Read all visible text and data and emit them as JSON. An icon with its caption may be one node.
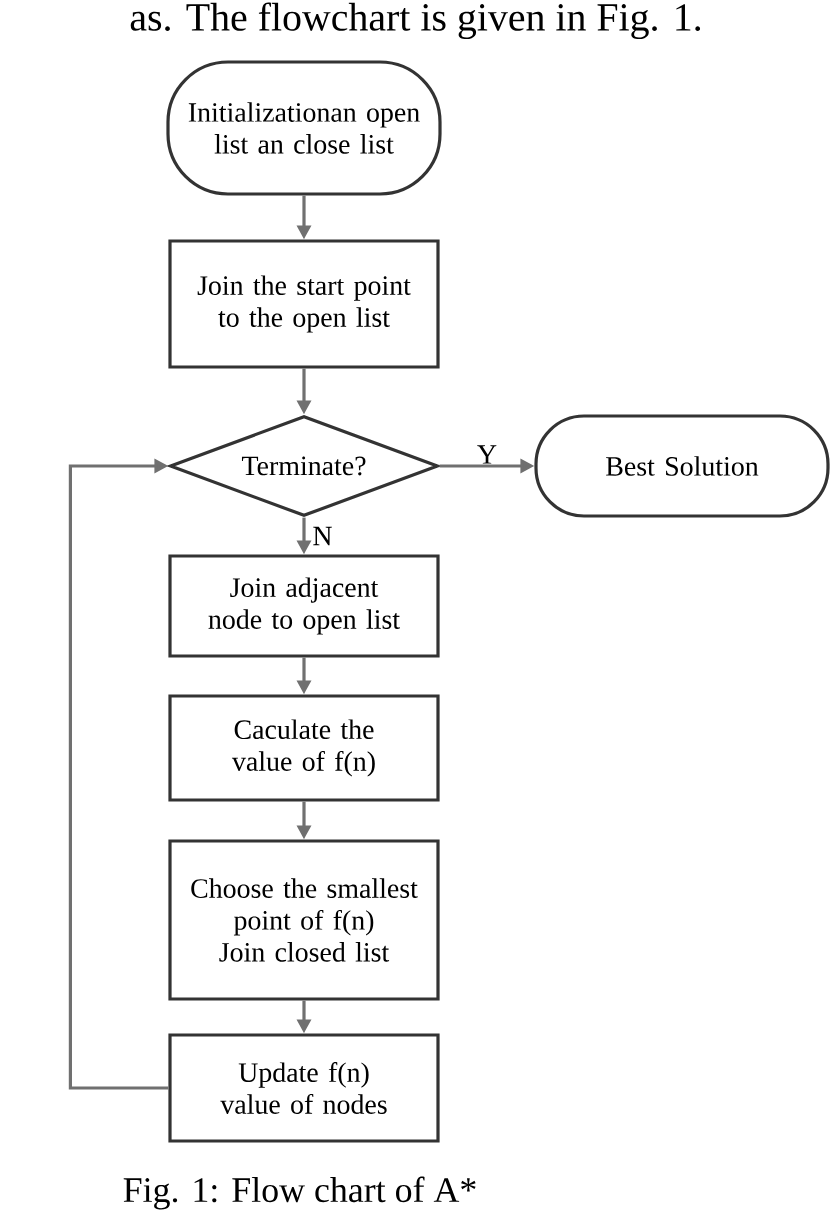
{
  "diagram": {
    "caption": "Fig. 1: Flow chart of A*",
    "nodes": [
      {
        "text": [
          "Initializationan open list an close list"
        ]
      },
      {
        "text": [
          "Join the start point to the open list"
        ]
      },
      {
        "text": [
          "Terminate?"
        ]
      },
      {
        "text": [
          "Best Solution"
        ]
      },
      {
        "text": [
          "Join adjacent node to open list"
        ]
      },
      {
        "text": [
          "Caculate the value of f(n)"
        ]
      },
      {
        "text": [
          "Choose the smallest point of f(n) Join closed list"
        ]
      },
      {
        "text": [
          "Update f(n) value of nodes"
        ]
      }
    ],
    "edges": [
      {
        "from": 0,
        "to": 1,
        "arrow": "to"
      },
      {
        "from": 1,
        "to": 2,
        "arrow": "to"
      },
      {
        "from": 2,
        "to": 3,
        "arrow": "to",
        "label": "Y"
      },
      {
        "from": 2,
        "to": 4,
        "arrow": "to",
        "label": "N"
      },
      {
        "from": 4,
        "to": 5,
        "arrow": "to"
      },
      {
        "from": 5,
        "to": 6,
        "arrow": "to"
      },
      {
        "from": 6,
        "to": 7,
        "arrow": "to"
      },
      {
        "from": 7,
        "to": 2,
        "arrow": "to"
      }
    ],
    "labels": [
      "as. The flowchart is given in Fig. 1."
    ]
  }
}
